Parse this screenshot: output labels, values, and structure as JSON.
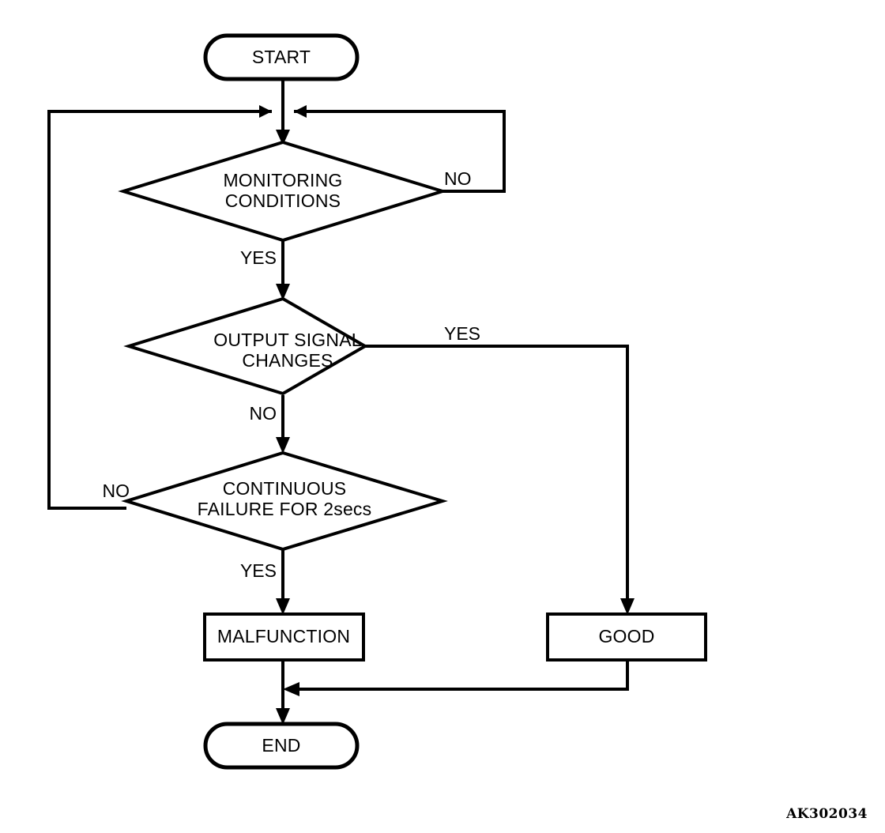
{
  "diagram": {
    "title": "Monitoring / Output Signal Diagnostic Flowchart",
    "type": "flowchart",
    "stroke_color": "#000000",
    "fill_color": "#ffffff",
    "background": "#ffffff",
    "nodes": {
      "start": {
        "id": "start",
        "shape": "terminator",
        "label": "START"
      },
      "monitoring": {
        "id": "monitoring",
        "shape": "decision",
        "label_line1": "MONITORING",
        "label_line2": "CONDITIONS"
      },
      "output_signal": {
        "id": "output_signal",
        "shape": "decision",
        "label_line1": "OUTPUT SIGNAL",
        "label_line2": "CHANGES"
      },
      "continuous_failure": {
        "id": "continuous_failure",
        "shape": "decision",
        "label_line1": "CONTINUOUS",
        "label_line2": "FAILURE FOR 2secs"
      },
      "malfunction": {
        "id": "malfunction",
        "shape": "process",
        "label": "MALFUNCTION"
      },
      "good": {
        "id": "good",
        "shape": "process",
        "label": "GOOD"
      },
      "end": {
        "id": "end",
        "shape": "terminator",
        "label": "END"
      }
    },
    "edge_labels": {
      "monitoring_no": "NO",
      "monitoring_yes": "YES",
      "output_yes": "YES",
      "output_no": "NO",
      "failure_no": "NO",
      "failure_yes": "YES"
    },
    "edges": [
      {
        "from": "start",
        "to": "monitoring",
        "label": ""
      },
      {
        "from": "monitoring",
        "to": "monitoring",
        "label": "NO",
        "note": "loops back to merge point above monitoring decision"
      },
      {
        "from": "monitoring",
        "to": "output_signal",
        "label": "YES"
      },
      {
        "from": "output_signal",
        "to": "good",
        "label": "YES"
      },
      {
        "from": "output_signal",
        "to": "continuous_failure",
        "label": "NO"
      },
      {
        "from": "continuous_failure",
        "to": "monitoring",
        "label": "NO",
        "note": "loops back left to merge point above monitoring decision"
      },
      {
        "from": "continuous_failure",
        "to": "malfunction",
        "label": "YES"
      },
      {
        "from": "malfunction",
        "to": "end",
        "label": ""
      },
      {
        "from": "good",
        "to": "end",
        "label": ""
      }
    ]
  },
  "watermark": {
    "code": "AK302034"
  }
}
